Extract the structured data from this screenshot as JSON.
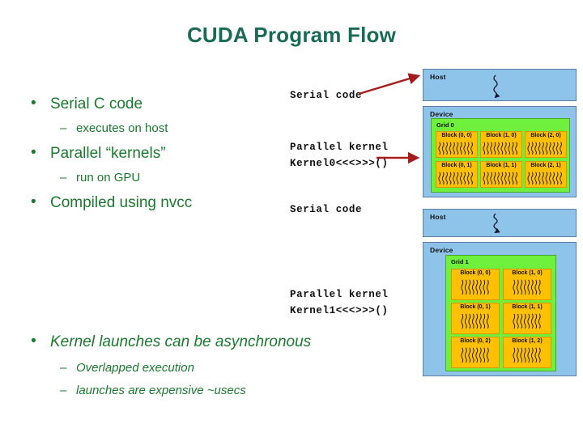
{
  "slide": {
    "title": "CUDA Program Flow",
    "title_color": "#1a6b55",
    "background": "#ffffff"
  },
  "bullets_upper": [
    {
      "level": 1,
      "text": "Serial C code",
      "italic": false,
      "marker": "•"
    },
    {
      "level": 2,
      "text": "executes on host",
      "italic": false,
      "marker": "–"
    },
    {
      "level": 1,
      "text": "Parallel “kernels”",
      "italic": false,
      "marker": "•"
    },
    {
      "level": 2,
      "text": "run on GPU",
      "italic": false,
      "marker": "–"
    },
    {
      "level": 1,
      "text": "Compiled using nvcc",
      "italic": false,
      "marker": "•"
    }
  ],
  "bullets_lower": [
    {
      "level": 1,
      "text": "Kernel launches can be asynchronous",
      "italic": true,
      "marker": "•"
    },
    {
      "level": 2,
      "text": "Overlapped execution",
      "italic": true,
      "marker": "–"
    },
    {
      "level": 2,
      "text": "launches are expensive ~usecs",
      "italic": true,
      "marker": "–"
    }
  ],
  "bullet_color": "#1a7a2e",
  "code_labels": {
    "serial_1": "Serial code",
    "parallel_1": "Parallel kernel",
    "kernel_1": "Kernel0<<<>>>()",
    "serial_2": "Serial code",
    "parallel_2": "Parallel kernel",
    "kernel_2": "Kernel1<<<>>>()"
  },
  "arrow_color": "#a61c1c",
  "diagram": {
    "host_1": {
      "label": "Host"
    },
    "device_1": {
      "label": "Device",
      "grid": {
        "label": "Grid 0",
        "columns": 3,
        "rows": 2,
        "blocks": [
          "Block (0, 0)",
          "Block (1, 0)",
          "Block (2, 0)",
          "Block (0, 1)",
          "Block (1, 1)",
          "Block (2, 1)"
        ]
      }
    },
    "host_2": {
      "label": "Host"
    },
    "device_2": {
      "label": "Device",
      "grid": {
        "label": "Grid 1",
        "columns": 2,
        "rows": 3,
        "blocks": [
          "Block (0, 0)",
          "Block (1, 0)",
          "Block (0, 1)",
          "Block (1, 1)",
          "Block (0, 2)",
          "Block (1, 2)"
        ]
      }
    },
    "colors": {
      "host_fill": "#8fc4ea",
      "device_fill": "#8fc4ea",
      "grid_fill": "#6ef03c",
      "block_fill": "#ffc000",
      "panel_border": "#5b7fa6"
    }
  }
}
